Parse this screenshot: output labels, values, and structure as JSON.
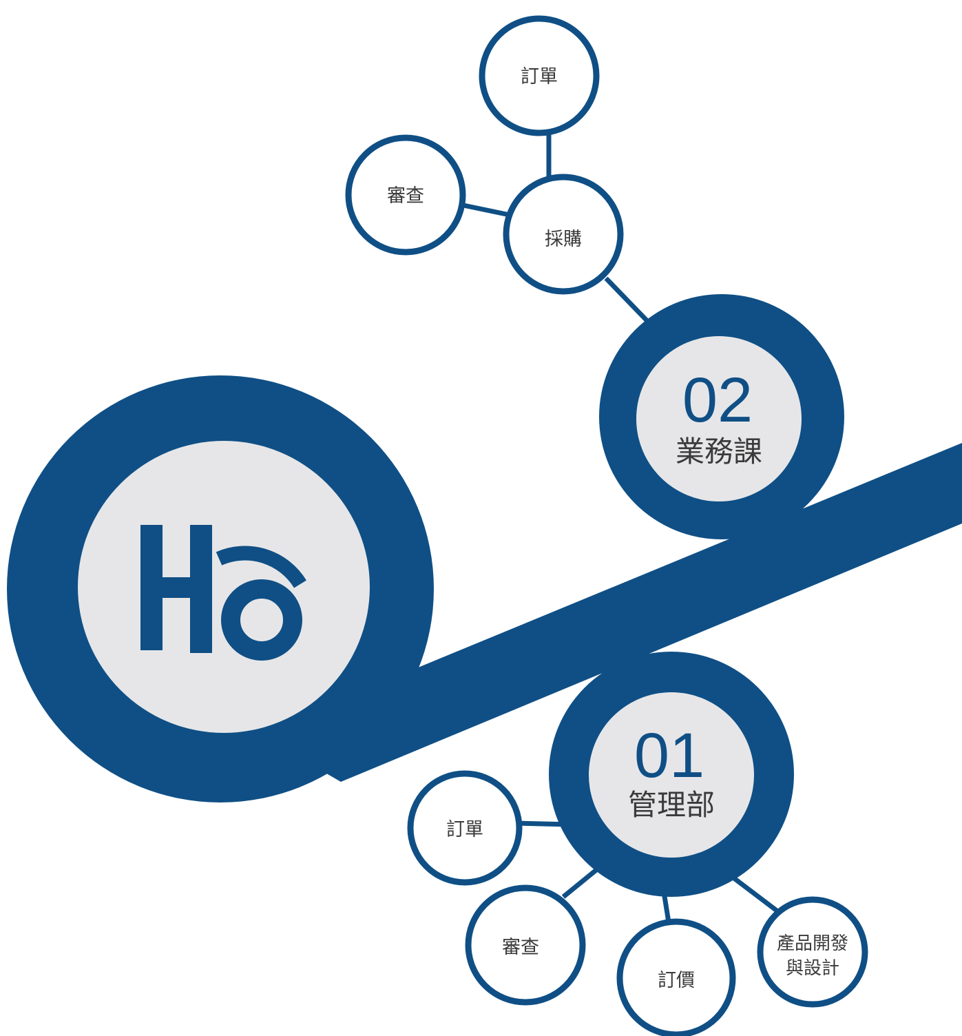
{
  "colors": {
    "primary": "#0f4f85",
    "inner_fill": "#e6e6e8",
    "small_fill": "#ffffff",
    "text": "#3a3a3a"
  },
  "logo": {
    "text": "Ho"
  },
  "dept_02": {
    "number": "02",
    "name": "業務課",
    "children": {
      "order": "訂單",
      "review": "審查",
      "purchase": "採購"
    }
  },
  "dept_01": {
    "number": "01",
    "name": "管理部",
    "children": {
      "order": "訂單",
      "review": "審查",
      "pricing": "訂價",
      "rnd_line1": "產品開發",
      "rnd_line2": "與設計"
    }
  }
}
